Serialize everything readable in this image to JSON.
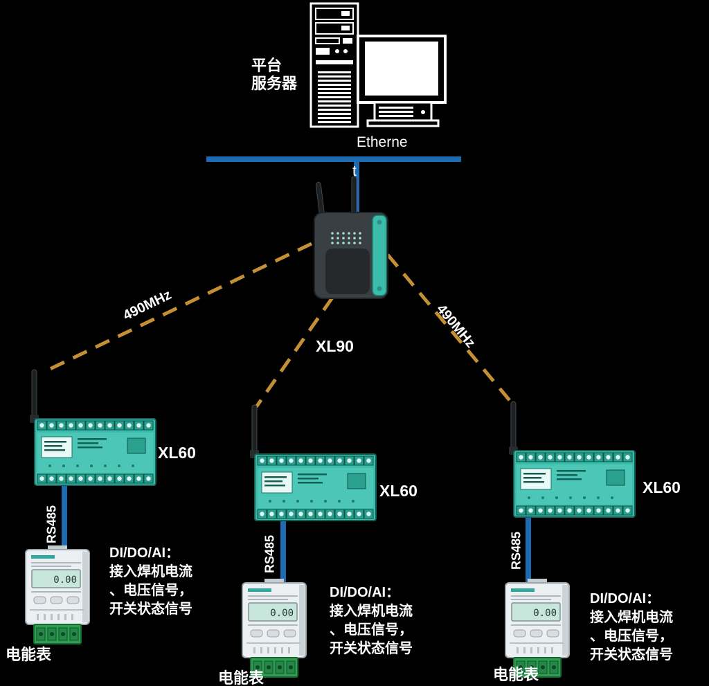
{
  "colors": {
    "background": "#000000",
    "ethernet_line": "#1d6cb1",
    "wireless_link": "#c59035",
    "device_teal": "#3cbcab",
    "text": "#ffffff"
  },
  "server": {
    "label_lines": [
      "平台",
      "服务器"
    ]
  },
  "ethernet": {
    "label": "Etherne",
    "label_wrap": "t"
  },
  "gateway": {
    "label": "XL90"
  },
  "wireless": {
    "left_label": "490MHz",
    "right_label": "490MHz"
  },
  "nodes": [
    {
      "device_label": "XL60",
      "bus_label": "RS485",
      "meter_label": "电能表",
      "meter_reading": "0.00",
      "desc_lines": [
        "DI/DO/AI：",
        "接入焊机电流",
        "、电压信号，",
        "开关状态信号"
      ]
    },
    {
      "device_label": "XL60",
      "bus_label": "RS485",
      "meter_label": "电能表",
      "meter_reading": "0.00",
      "desc_lines": [
        "DI/DO/AI：",
        "接入焊机电流",
        "、电压信号，",
        "开关状态信号"
      ]
    },
    {
      "device_label": "XL60",
      "bus_label": "RS485",
      "meter_label": "电能表",
      "meter_reading": "0.00",
      "desc_lines": [
        "DI/DO/AI：",
        "接入焊机电流",
        "、电压信号，",
        "开关状态信号"
      ]
    }
  ]
}
